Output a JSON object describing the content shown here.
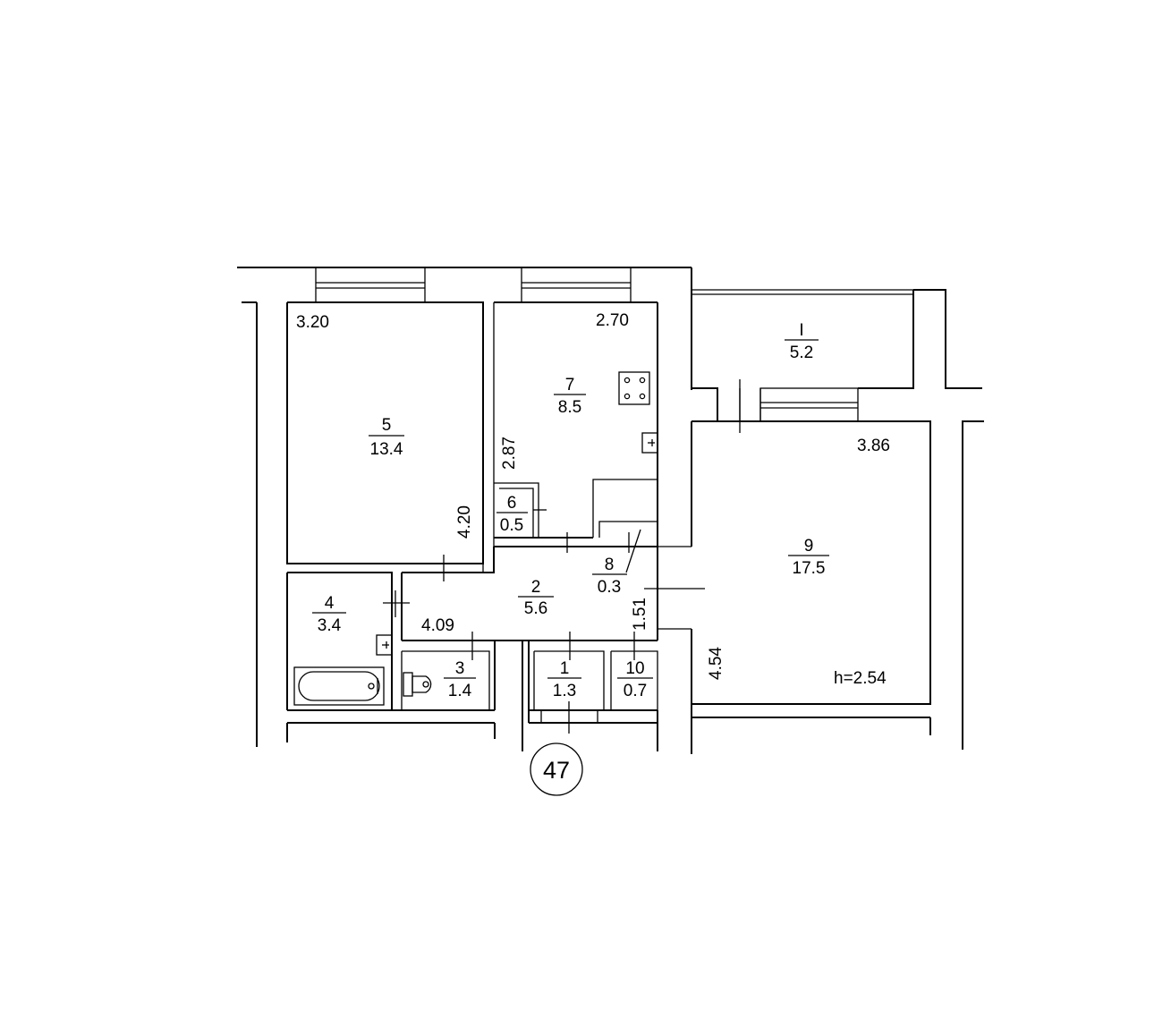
{
  "plan": {
    "apartment_number": "47",
    "ceiling_height": "h=2.54",
    "rooms": [
      {
        "id": "room-5",
        "number": "5",
        "area": "13.4"
      },
      {
        "id": "room-7",
        "number": "7",
        "area": "8.5"
      },
      {
        "id": "room-6",
        "number": "6",
        "area": "0.5"
      },
      {
        "id": "room-8",
        "number": "8",
        "area": "0.3"
      },
      {
        "id": "room-2",
        "number": "2",
        "area": "5.6"
      },
      {
        "id": "room-4",
        "number": "4",
        "area": "3.4"
      },
      {
        "id": "room-3",
        "number": "3",
        "area": "1.4"
      },
      {
        "id": "room-1",
        "number": "1",
        "area": "1.3"
      },
      {
        "id": "room-10",
        "number": "10",
        "area": "0.7"
      },
      {
        "id": "room-9",
        "number": "9",
        "area": "17.5"
      },
      {
        "id": "balcony",
        "number": "I",
        "area": "5.2"
      }
    ],
    "dimensions": {
      "room5_width": "3.20",
      "room5_length": "4.20",
      "room7_width": "2.70",
      "room7_length": "2.87",
      "hall_length": "4.09",
      "hall_width": "1.51",
      "room9_width": "3.86",
      "room9_length": "4.54"
    }
  }
}
